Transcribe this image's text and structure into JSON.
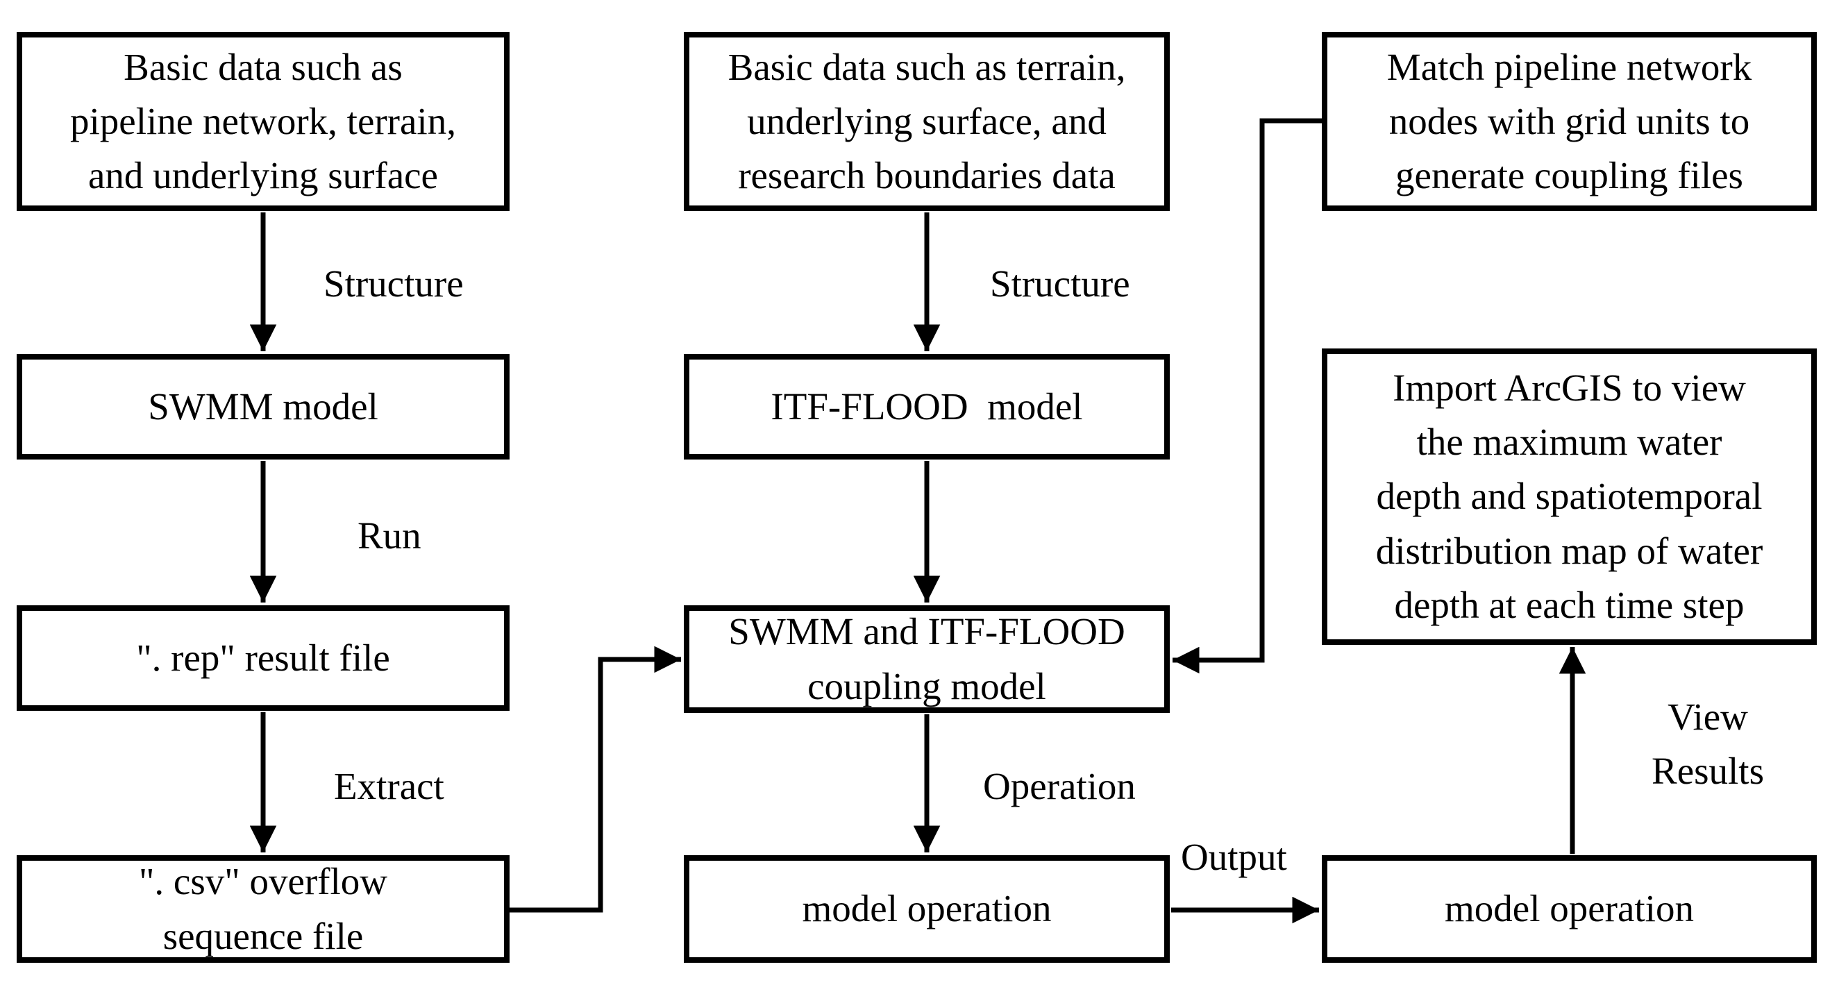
{
  "title": "SWMM and ITF-FLOOD coupling model flowchart",
  "colors": {
    "line": "#000000",
    "background": "#ffffff",
    "text": "#000000"
  },
  "boxes": {
    "basic_left": "Basic data such as\npipeline network, terrain,\nand underlying surface",
    "basic_mid": "Basic data such as terrain,\nunderlying surface, and\nresearch boundaries data",
    "match_nodes": "Match pipeline network\nnodes with grid units to\ngenerate coupling files",
    "swmm": "SWMM model",
    "itf_flood": "ITF-FLOOD  model",
    "rep_file": "\". rep\" result file",
    "coupling": "SWMM and ITF-FLOOD\ncoupling model",
    "import_arcgis": "Import ArcGIS to view\nthe maximum water\ndepth and spatiotemporal\ndistribution map of water\ndepth at each time step",
    "csv_file": "\". csv\" overflow\nsequence file",
    "model_op_mid": "model operation",
    "model_op_right": "model operation"
  },
  "edge_labels": {
    "structure_left": "Structure",
    "run": "Run",
    "extract": "Extract",
    "structure_mid": "Structure",
    "operation": "Operation",
    "output": "Output",
    "view_results": "View\nResults"
  }
}
